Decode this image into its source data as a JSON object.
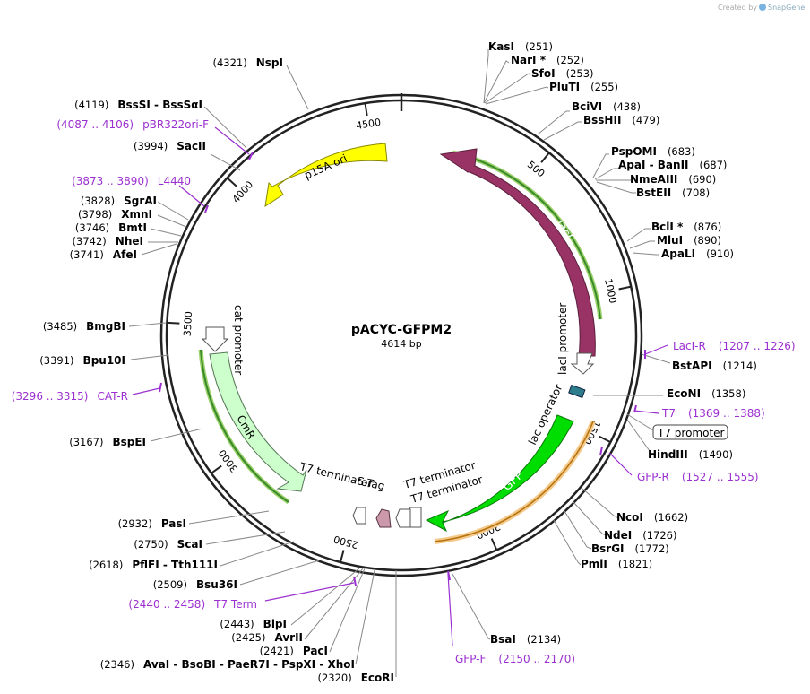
{
  "watermark": "Created by",
  "watermark_brand": "SnapGene",
  "plasmid": {
    "name": "pACYC-GFPM2",
    "length_label": "4614 bp",
    "total_bp": 4614
  },
  "scale_ticks": [
    "500",
    "1000",
    "1500",
    "2000",
    "2500",
    "3000",
    "3500",
    "4000",
    "4500"
  ],
  "features": [
    {
      "name": "p15A ori",
      "color": "#ffff00"
    },
    {
      "name": "lacI",
      "color": "#993366"
    },
    {
      "name": "lacI promoter",
      "color": "#ffffff"
    },
    {
      "name": "lac operator",
      "color": "#2e7d8c"
    },
    {
      "name": "GFP",
      "color": "#00dd00"
    },
    {
      "name": "T7 terminator",
      "color": "#ffffff"
    },
    {
      "name": "T7 terminator",
      "color": "#ffffff"
    },
    {
      "name": "S-Tag",
      "color": "#cc99aa"
    },
    {
      "name": "T7 terminator",
      "color": "#ffffff"
    },
    {
      "name": "CmR",
      "color": "#ccffcc"
    },
    {
      "name": "cat promoter",
      "color": "#ffffff"
    },
    {
      "name": "T7 promoter",
      "color": "#ffffff"
    }
  ],
  "sites_right": [
    {
      "name": "KasI",
      "pos": "(251)"
    },
    {
      "name": "NarI *",
      "pos": "(252)"
    },
    {
      "name": "SfoI",
      "pos": "(253)"
    },
    {
      "name": "PluTI",
      "pos": "(255)"
    },
    {
      "name": "BciVI",
      "pos": "(438)"
    },
    {
      "name": "BssHII",
      "pos": "(479)"
    },
    {
      "name": "PspOMI",
      "pos": "(683)"
    },
    {
      "name": "ApaI  -  BanII",
      "pos": "(687)"
    },
    {
      "name": "NmeAIII",
      "pos": "(690)"
    },
    {
      "name": "BstEII",
      "pos": "(708)"
    },
    {
      "name": "BclI *",
      "pos": "(876)"
    },
    {
      "name": "MluI",
      "pos": "(890)"
    },
    {
      "name": "ApaLI",
      "pos": "(910)"
    },
    {
      "name": "BstAPI",
      "pos": "(1214)"
    },
    {
      "name": "EcoNI",
      "pos": "(1358)"
    },
    {
      "name": "HindIII",
      "pos": "(1490)"
    },
    {
      "name": "NcoI",
      "pos": "(1662)"
    },
    {
      "name": "NdeI",
      "pos": "(1726)"
    },
    {
      "name": "BsrGI",
      "pos": "(1772)"
    },
    {
      "name": "PmlI",
      "pos": "(1821)"
    },
    {
      "name": "BsaI",
      "pos": "(2134)"
    }
  ],
  "sites_left": [
    {
      "name": "NspI",
      "pos": "(4321)"
    },
    {
      "name": "BssSI  -  BssSαI",
      "pos": "(4119)"
    },
    {
      "name": "SacII",
      "pos": "(3994)"
    },
    {
      "name": "SgrAI",
      "pos": "(3828)"
    },
    {
      "name": "XmnI",
      "pos": "(3798)"
    },
    {
      "name": "BmtI",
      "pos": "(3746)"
    },
    {
      "name": "NheI",
      "pos": "(3742)"
    },
    {
      "name": "AfeI",
      "pos": "(3741)"
    },
    {
      "name": "BmgBI",
      "pos": "(3485)"
    },
    {
      "name": "Bpu10I",
      "pos": "(3391)"
    },
    {
      "name": "BspEI",
      "pos": "(3167)"
    },
    {
      "name": "PasI",
      "pos": "(2932)"
    },
    {
      "name": "ScaI",
      "pos": "(2750)"
    },
    {
      "name": "PflFI  -  Tth111I",
      "pos": "(2618)"
    },
    {
      "name": "Bsu36I",
      "pos": "(2509)"
    },
    {
      "name": "BlpI",
      "pos": "(2443)"
    },
    {
      "name": "AvrII",
      "pos": "(2425)"
    },
    {
      "name": "PacI",
      "pos": "(2421)"
    },
    {
      "name": "AvaI  -  BsoBI  -  PaeR7I  -  PspXI  -  XhoI",
      "pos": "(2346)"
    },
    {
      "name": "EcoRI",
      "pos": "(2320)"
    }
  ],
  "primers": [
    {
      "name": "LacI-R",
      "range": "(1207 .. 1226)"
    },
    {
      "name": "T7",
      "range": "(1369 .. 1388)"
    },
    {
      "name": "GFP-R",
      "range": "(1527 .. 1555)"
    },
    {
      "name": "GFP-F",
      "range": "(2150 .. 2170)"
    },
    {
      "name": "T7 Term",
      "range": "(2440 .. 2458)"
    },
    {
      "name": "CAT-R",
      "range": "(3296 .. 3315)"
    },
    {
      "name": "L4440",
      "range": "(3873 .. 3890)"
    },
    {
      "name": "pBR322ori-F",
      "range": "(4087 .. 4106)"
    }
  ],
  "t7_promoter_box": "T7 promoter"
}
